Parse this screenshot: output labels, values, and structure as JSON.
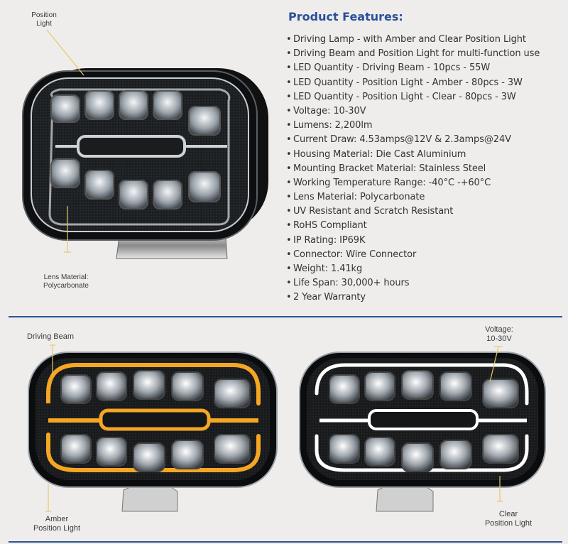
{
  "features": {
    "title": "Product Features:",
    "items": [
      "Driving Lamp - with Amber and Clear Position Light",
      "Driving Beam and Position Light for multi-function use",
      "LED Quantity - Driving Beam - 10pcs - 55W",
      "LED Quantity - Position Light - Amber - 80pcs - 3W",
      "LED Quantity - Position Light - Clear - 80pcs - 3W",
      "Voltage: 10-30V",
      "Lumens: 2,200lm",
      "Current Draw: 4.53amps@12V & 2.3amps@24V",
      "Housing Material: Die Cast Aluminium",
      "Mounting Bracket Material: Stainless Steel",
      "Working Temperature Range: -40°C -+60°C",
      "Lens Material: Polycarbonate",
      "UV Resistant and Scratch Resistant",
      "RoHS Compliant",
      "IP Rating: IP69K",
      "Connector: Wire Connector",
      "Weight: 1.41kg",
      "Life Span: 30,000+ hours",
      "2 Year Warranty"
    ]
  },
  "callouts": {
    "position_light": [
      "Position",
      "Light"
    ],
    "lens_material": [
      "Lens Material:",
      "Polycarbonate"
    ],
    "driving_beam": "Driving Beam",
    "amber_position": [
      "Amber",
      "Position Light"
    ],
    "voltage": [
      "Voltage:",
      "10-30V"
    ],
    "clear_position": [
      "Clear",
      "Position Light"
    ]
  },
  "colors": {
    "accent_title": "#2b4f9b",
    "divider": "#2c5596",
    "amber": "#f5a623",
    "clear": "#ffffff",
    "callout_line": "#e8c76a"
  }
}
